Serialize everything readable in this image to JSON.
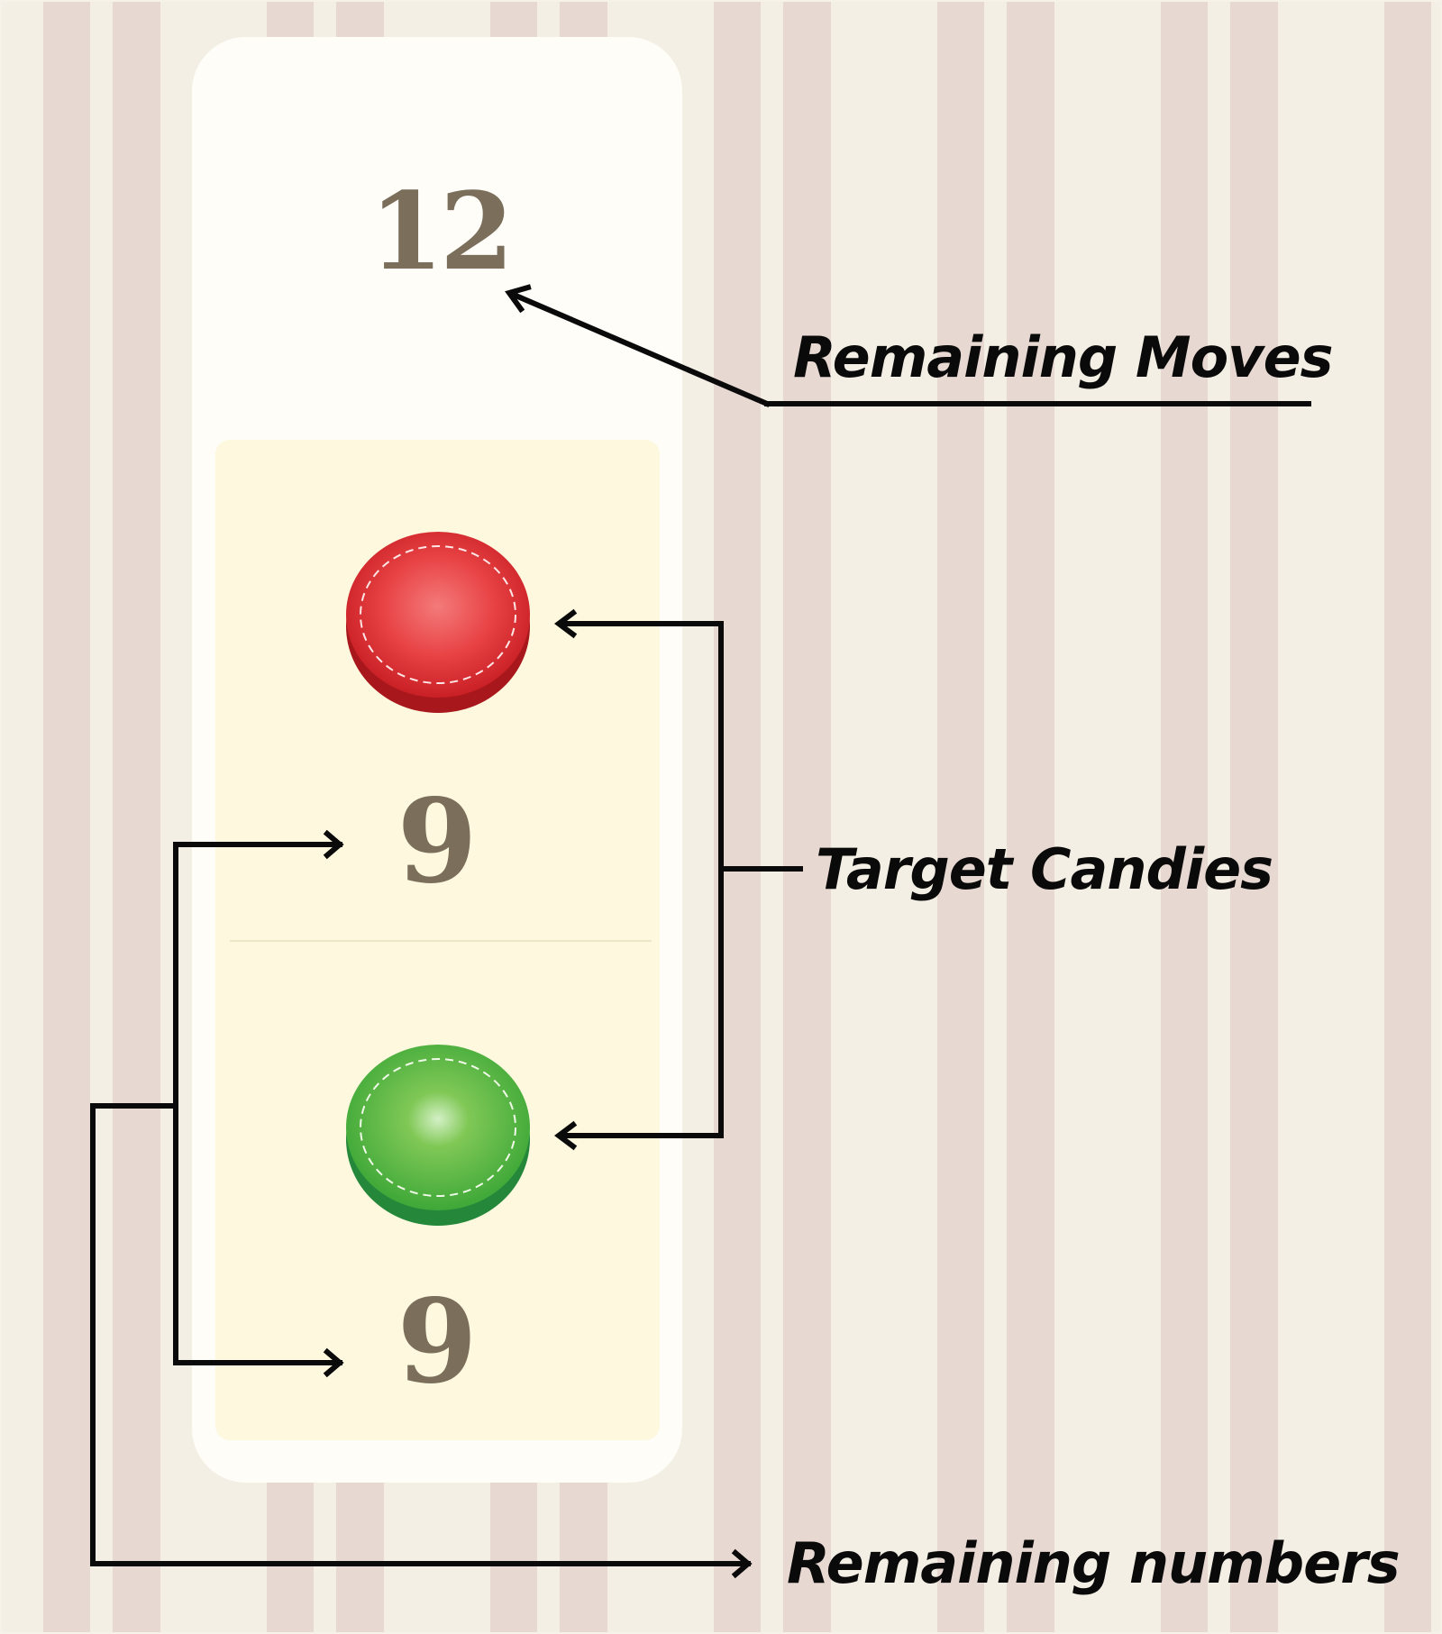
{
  "hud": {
    "moves_remaining": "12",
    "targets": [
      {
        "candy": "red-candy-icon",
        "color": "#e8383a",
        "remaining": "9"
      },
      {
        "candy": "green-candy-icon",
        "color": "#5cb83e",
        "remaining": "9"
      }
    ]
  },
  "callouts": {
    "moves": "Remaining Moves",
    "targets": "Target Candies",
    "numbers": "Remaining numbers"
  },
  "colors": {
    "stripe_light": "#f4efe4",
    "stripe_dark": "#e8d8d2",
    "panel": "#fefdf8",
    "targets_box": "#fdf8de",
    "number_text": "#7b6e5b",
    "annotation": "#0a0a0a"
  }
}
